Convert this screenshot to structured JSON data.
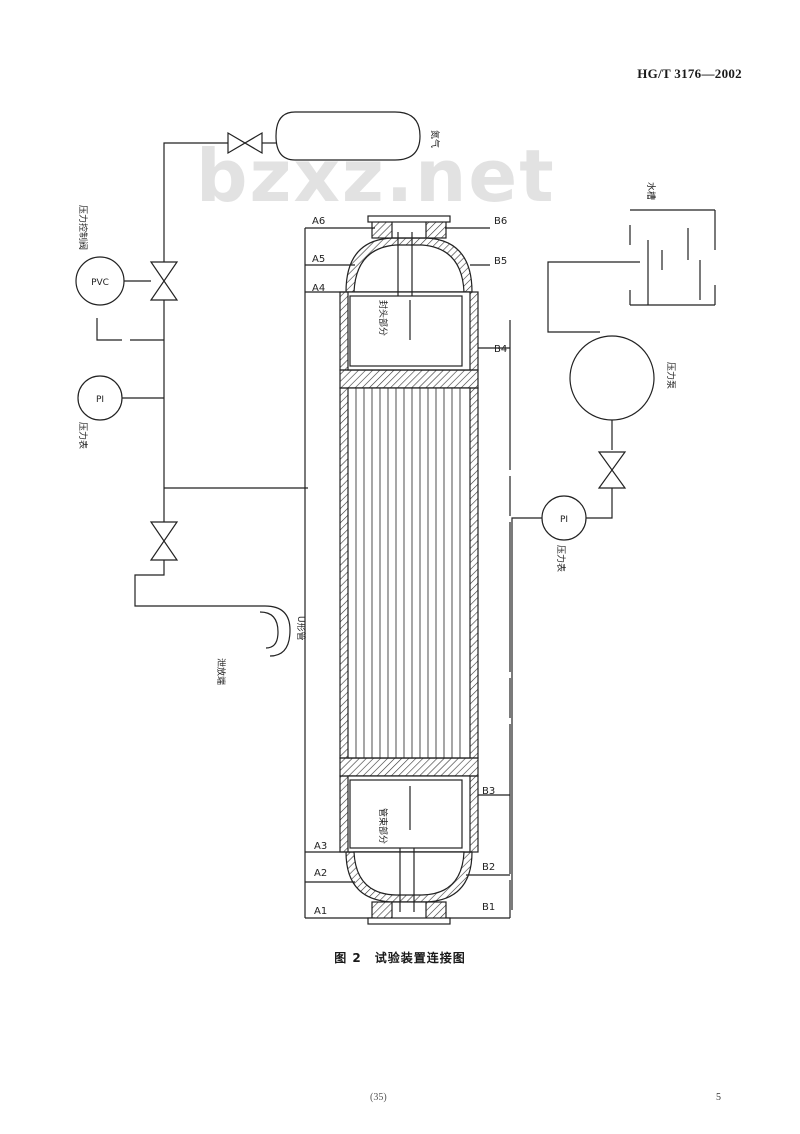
{
  "header": {
    "standard_number": "HG/T 3176—2002"
  },
  "watermark": "bzxz.net",
  "diagram": {
    "caption": "图 2　试验装置连接图",
    "components": {
      "gas_cylinder": "氮气",
      "pressure_controller_tag": "PVC",
      "pressure_controller_label": "压力控制阀",
      "pressure_gauge_tag": "PI",
      "pressure_gauge_label": "压力表",
      "u_tube_label": "U形管",
      "vent_label": "泄放端",
      "water_tank_label": "水槽",
      "water_pump_label": "压力泵",
      "pressure_gauge2_tag": "PI",
      "pressure_gauge2_label": "压力表",
      "top_section_label": "封头部分",
      "bottom_section_label": "管束部分"
    },
    "points_left": [
      "A6",
      "A5",
      "A4",
      "A3",
      "A2",
      "A1"
    ],
    "points_right": [
      "B6",
      "B5",
      "B4",
      "B3",
      "B2",
      "B1"
    ]
  },
  "footer": {
    "page_mark": "(35)",
    "page_number": "5"
  }
}
